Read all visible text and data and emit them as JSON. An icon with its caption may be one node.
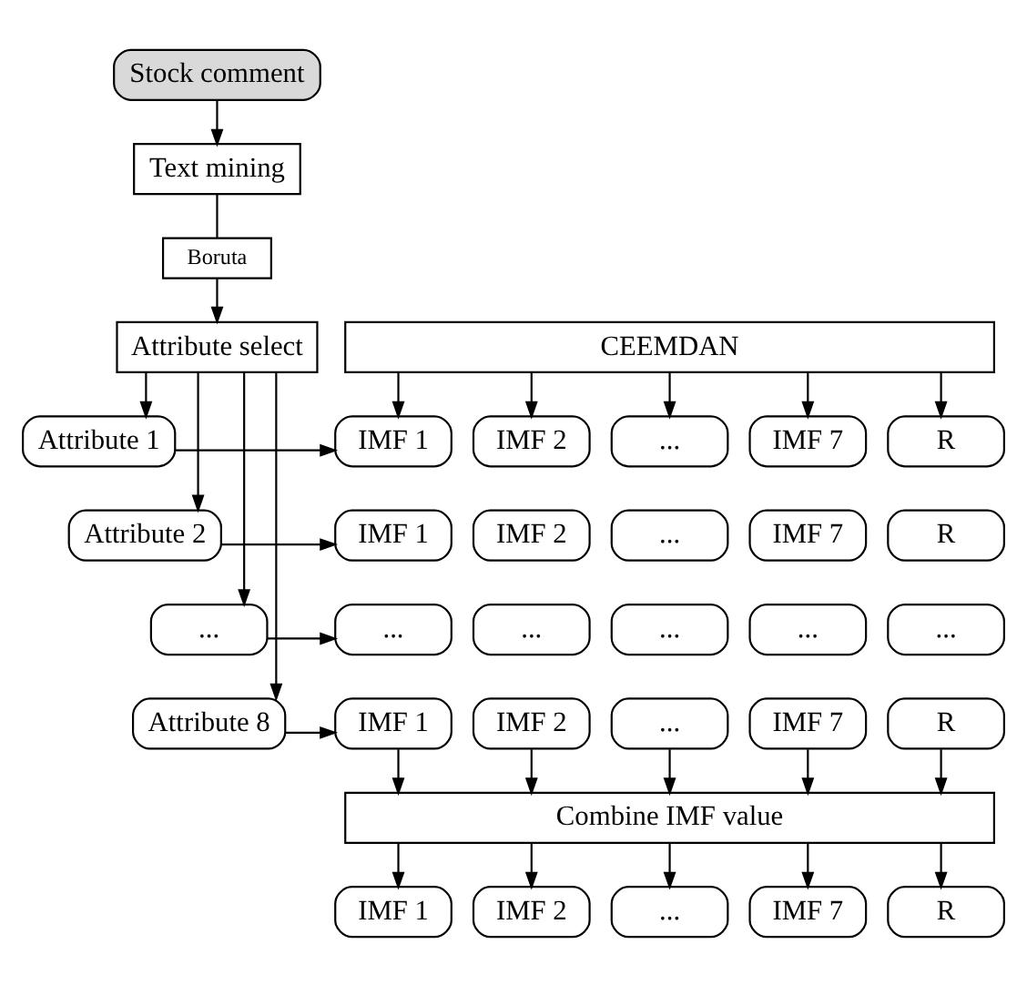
{
  "diagram": {
    "nodes": [
      {
        "text": [
          "Stock comment"
        ]
      },
      {
        "text": [
          "Text mining"
        ]
      },
      {
        "text": [
          "Boruta"
        ]
      },
      {
        "text": [
          "Attribute select"
        ]
      },
      {
        "text": [
          "CEEMDAN"
        ]
      },
      {
        "text": [
          "Attribute 1"
        ]
      },
      {
        "text": [
          "IMF 1"
        ]
      },
      {
        "text": [
          "IMF 2"
        ]
      },
      {
        "text": [
          "..."
        ]
      },
      {
        "text": [
          "IMF 7"
        ]
      },
      {
        "text": [
          "R"
        ]
      },
      {
        "text": [
          "Attribute 2"
        ]
      },
      {
        "text": [
          "IMF 1"
        ]
      },
      {
        "text": [
          "IMF 2"
        ]
      },
      {
        "text": [
          "..."
        ]
      },
      {
        "text": [
          "IMF 7"
        ]
      },
      {
        "text": [
          "R"
        ]
      },
      {
        "text": [
          "..."
        ]
      },
      {
        "text": [
          "..."
        ]
      },
      {
        "text": [
          "..."
        ]
      },
      {
        "text": [
          "..."
        ]
      },
      {
        "text": [
          "..."
        ]
      },
      {
        "text": [
          "..."
        ]
      },
      {
        "text": [
          "Attribute 8"
        ]
      },
      {
        "text": [
          "IMF 1"
        ]
      },
      {
        "text": [
          "IMF 2"
        ]
      },
      {
        "text": [
          "..."
        ]
      },
      {
        "text": [
          "IMF 7"
        ]
      },
      {
        "text": [
          "R"
        ]
      },
      {
        "text": [
          "Combine IMF value"
        ]
      },
      {
        "text": [
          "IMF 1"
        ]
      },
      {
        "text": [
          "IMF 2"
        ]
      },
      {
        "text": [
          "..."
        ]
      },
      {
        "text": [
          "IMF 7"
        ]
      },
      {
        "text": [
          "R"
        ]
      }
    ],
    "edges": [
      {
        "from": 0,
        "to": 1,
        "arrow": "to"
      },
      {
        "from": 1,
        "to": 2,
        "arrow": "none"
      },
      {
        "from": 2,
        "to": 3,
        "arrow": "to"
      },
      {
        "from": 3,
        "to": 5,
        "arrow": "to"
      },
      {
        "from": 3,
        "to": 11,
        "arrow": "to"
      },
      {
        "from": 3,
        "to": 17,
        "arrow": "to"
      },
      {
        "from": 3,
        "to": 23,
        "arrow": "to"
      },
      {
        "from": 4,
        "to": 6,
        "arrow": "to"
      },
      {
        "from": 4,
        "to": 7,
        "arrow": "to"
      },
      {
        "from": 4,
        "to": 8,
        "arrow": "to"
      },
      {
        "from": 4,
        "to": 9,
        "arrow": "to"
      },
      {
        "from": 4,
        "to": 10,
        "arrow": "to"
      },
      {
        "from": 5,
        "to": 6,
        "arrow": "to"
      },
      {
        "from": 11,
        "to": 12,
        "arrow": "to"
      },
      {
        "from": 17,
        "to": 18,
        "arrow": "to"
      },
      {
        "from": 23,
        "to": 24,
        "arrow": "to"
      },
      {
        "from": 24,
        "to": 29,
        "arrow": "to"
      },
      {
        "from": 25,
        "to": 29,
        "arrow": "to"
      },
      {
        "from": 26,
        "to": 29,
        "arrow": "to"
      },
      {
        "from": 27,
        "to": 29,
        "arrow": "to"
      },
      {
        "from": 28,
        "to": 29,
        "arrow": "to"
      },
      {
        "from": 29,
        "to": 30,
        "arrow": "to"
      },
      {
        "from": 29,
        "to": 31,
        "arrow": "to"
      },
      {
        "from": 29,
        "to": 32,
        "arrow": "to"
      },
      {
        "from": 29,
        "to": 33,
        "arrow": "to"
      },
      {
        "from": 29,
        "to": 34,
        "arrow": "to"
      }
    ]
  }
}
